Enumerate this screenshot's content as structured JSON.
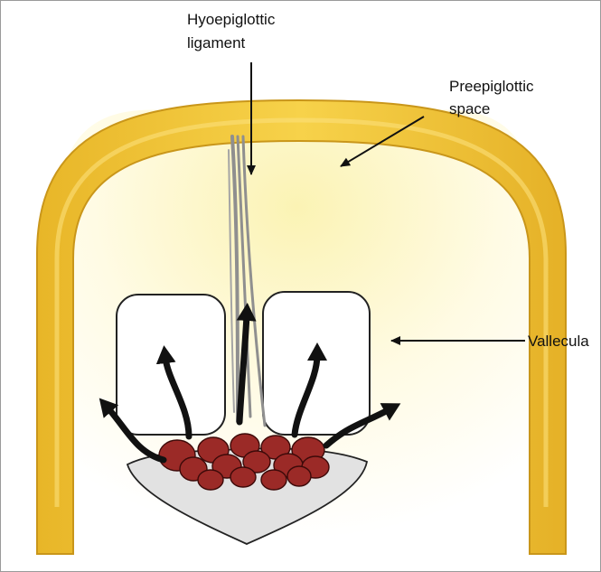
{
  "labels": {
    "hyoepiglottic_line1": "Hyoepiglottic",
    "hyoepiglottic_line2": "ligament",
    "preepiglottic_line1": "Preepiglottic",
    "preepiglottic_line2": "space",
    "vallecula": "Vallecula"
  },
  "colors": {
    "arch_fill": "#f2c531",
    "arch_stroke": "#c9961a",
    "space_glow": "#fbf3b4",
    "nodule_fill": "#9b2a27",
    "nodule_stroke": "#3d0a09",
    "base_fill": "#e2e2e2",
    "ligament": "#8f8f8f"
  },
  "icons": [
    "pointer-arrow",
    "spread-arrow"
  ]
}
